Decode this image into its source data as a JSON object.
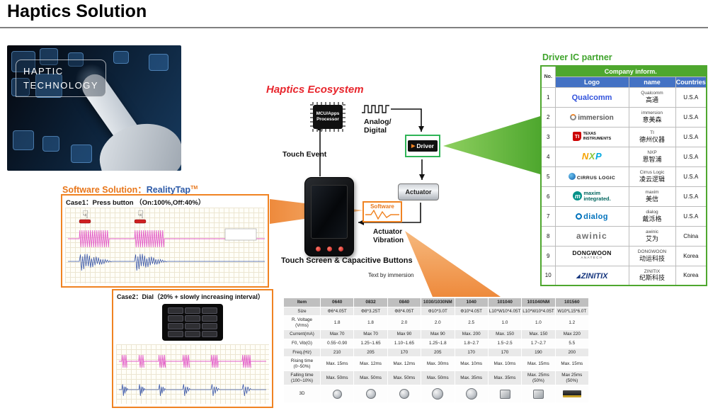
{
  "title": "Haptics Solution",
  "hero": {
    "line1": "HAPTIC",
    "line2": "TECHNOLOGY"
  },
  "icons": {
    "hand": "☟",
    "zinitix_mark": "◢",
    "driver_arrow": "▶"
  },
  "ecosystem": {
    "title": "Haptics Ecosystem",
    "mcu": "MCU/Apps\nProcessor",
    "analog_digital": "Analog/\nDigital",
    "touch_event": "Touch Event",
    "driver": "Driver",
    "actuator": "Actuator",
    "software": "Software",
    "actuator_vibration": "Actuator\nVibration",
    "caption": "Touch Screen & Capacitive Buttons",
    "credit": "Text by immersion"
  },
  "driver_ic": {
    "title": "Driver IC partner",
    "header_span": "Company inform.",
    "col_no": "No.",
    "col_logo": "Logo",
    "col_name": "name",
    "col_countries": "Countries",
    "rows": [
      {
        "no": "1",
        "brand": "qualcomm",
        "logo_text": "Qualcomm",
        "name_en": "Qualcomm",
        "name_cn": "高通",
        "country": "U.S.A"
      },
      {
        "no": "2",
        "brand": "immersion",
        "logo_text": "immersion",
        "name_en": "immersion",
        "name_cn": "意美森",
        "country": "U.S.A"
      },
      {
        "no": "3",
        "brand": "ti",
        "logo_text": "TEXAS INSTRUMENTS",
        "name_en": "TI",
        "name_cn": "德州仪器",
        "country": "U.S.A"
      },
      {
        "no": "4",
        "brand": "nxp",
        "logo_text": "NXP",
        "name_en": "NXP",
        "name_cn": "恩智浦",
        "country": "U.S.A"
      },
      {
        "no": "5",
        "brand": "cirrus",
        "logo_text": "CIRRUS LOGIC",
        "name_en": "Cirrus Logic",
        "name_cn": "凌云逻辑",
        "country": "U.S.A"
      },
      {
        "no": "6",
        "brand": "maxim",
        "logo_text": "maxim integrated.",
        "name_en": "maxim",
        "name_cn": "美信",
        "country": "U.S.A"
      },
      {
        "no": "7",
        "brand": "dialog",
        "logo_text": "dialog",
        "name_en": "dialog",
        "name_cn": "戴泺格",
        "country": "U.S.A"
      },
      {
        "no": "8",
        "brand": "awinic",
        "logo_text": "awinic",
        "name_en": "awinic",
        "name_cn": "艾为",
        "country": "China"
      },
      {
        "no": "9",
        "brand": "dongwoon",
        "logo_text": "DONGWOON",
        "logo_sub": "ANATECH",
        "name_en": "DONGWOON",
        "name_cn": "动运科技",
        "country": "Korea"
      },
      {
        "no": "10",
        "brand": "zinitix",
        "logo_text": "ZINITIX",
        "name_en": "ZINITIX",
        "name_cn": "纪斯科技",
        "country": "Korea"
      }
    ]
  },
  "software_solution": {
    "title_prefix": "Software Solution：",
    "title_product": "RealityTap",
    "title_tm": "TM",
    "case1_title": "Case1：Press button （On:100%,Off:40%）",
    "case2_title": "Case2：Dial（20% + slowly increasing interval）"
  },
  "spec_table": {
    "row_labels": [
      "Item",
      "Size",
      "R. Voltage\n(Vrms)",
      "Current(mA)",
      "F0, Vib(G)",
      "Freq.(Hz)",
      "Rising time\n(0~50%)",
      "Falling time\n(100~10%)",
      "3D"
    ],
    "items": [
      "0640",
      "0832",
      "0840",
      "1030/1030NM",
      "1040",
      "101040",
      "101040NM",
      "101560"
    ],
    "size": [
      "Φ6*4.05T",
      "Φ8*3.25T",
      "Φ8*4.05T",
      "Φ10*3.0T",
      "Φ10*4.05T",
      "L10*W10*4.05T",
      "L10*W10*4.05T",
      "W10*L15*6.0T"
    ],
    "voltage": [
      "1.8",
      "1.8",
      "2.0",
      "2.0",
      "2.5",
      "1.0",
      "1.0",
      "1.2"
    ],
    "current": [
      "Max 70",
      "Max 70",
      "Max 90",
      "Max 90",
      "Max. 200",
      "Max. 150",
      "Max. 150",
      "Max 220"
    ],
    "vib": [
      "0.55~0.90",
      "1.25~1.65",
      "1.10~1.65",
      "1.25~1.8",
      "1.8~2.7",
      "1.5~2.5",
      "1.7~2.7",
      "5.5"
    ],
    "freq": [
      "210",
      "205",
      "170",
      "205",
      "170",
      "170",
      "190",
      "200"
    ],
    "rising": [
      "Max. 15ms",
      "Max. 12ms",
      "Max. 12ms",
      "Max. 30ms",
      "Max. 10ms",
      "Max. 10ms",
      "Max. 15ms",
      "Max. 15ms"
    ],
    "falling": [
      "Max. 50ms",
      "Max. 50ms",
      "Max. 50ms",
      "Max. 50ms",
      "Max. 35ms",
      "Max. 35ms",
      "Max. 25ms (50%)",
      "Max 25ms (50%)"
    ],
    "shapes": [
      {
        "type": "coin",
        "size": 13
      },
      {
        "type": "coin",
        "size": 14
      },
      {
        "type": "coin",
        "size": 14
      },
      {
        "type": "coin",
        "size": 16
      },
      {
        "type": "coin",
        "size": 16
      },
      {
        "type": "square"
      },
      {
        "type": "square"
      },
      {
        "type": "bar"
      }
    ]
  },
  "colors": {
    "accent_orange": "#E8761A",
    "accent_green": "#4EA72E",
    "accent_red": "#E8262D",
    "header_blue": "#4472C4"
  }
}
